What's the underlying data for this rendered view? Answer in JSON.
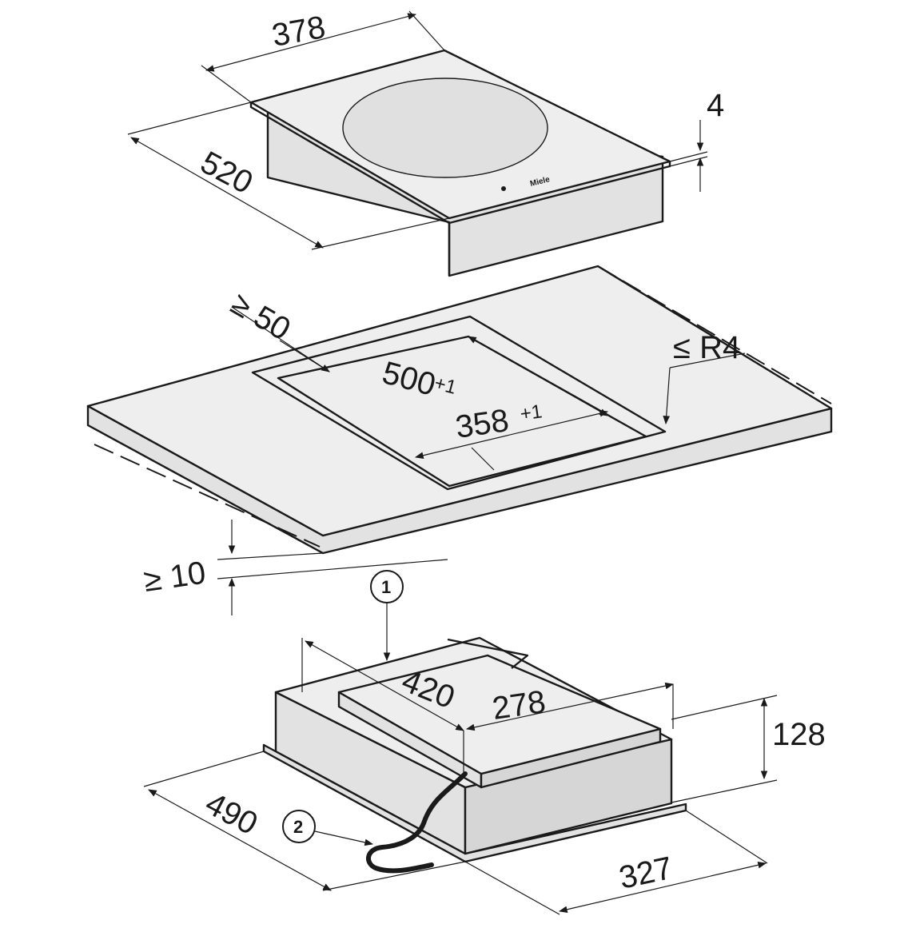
{
  "hob": {
    "width": "378",
    "depth": "520",
    "height": "4",
    "brand_mark": "Miele"
  },
  "worktop": {
    "edge_clearance": "≥ 50",
    "corner_radius": "≤ R4",
    "cutout_depth": "500",
    "cutout_depth_tol": "+1",
    "cutout_width": "358",
    "cutout_width_tol": "+1",
    "under_clearance": "≥ 10"
  },
  "housing": {
    "callout_1": "1",
    "callout_2": "2",
    "depth_top": "420",
    "width_top": "278",
    "height": "128",
    "depth_base": "490",
    "width_base": "327"
  },
  "colors": {
    "line": "#1a1a1a",
    "surface": "#eeeeee"
  }
}
